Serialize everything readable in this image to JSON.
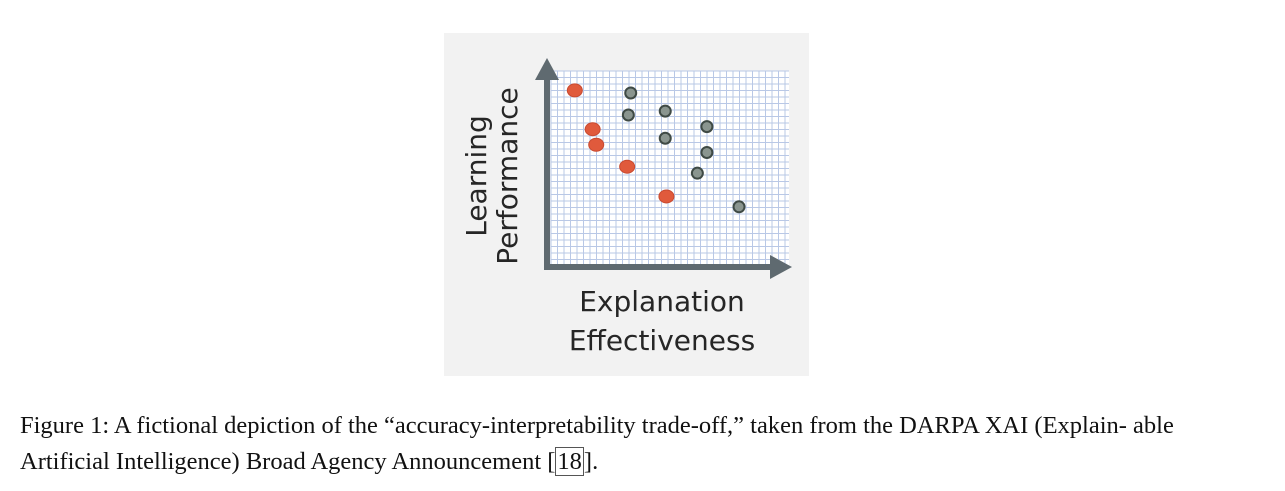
{
  "chart_data": {
    "type": "scatter",
    "xlabel": [
      "Explanation",
      "Effectiveness"
    ],
    "ylabel": [
      "Learning",
      "Performance"
    ],
    "grid": true,
    "xlim": [
      0,
      20
    ],
    "ylim": [
      0,
      15
    ],
    "series": [
      {
        "color": "#e05a3c",
        "points": [
          {
            "x": 2.0,
            "y": 13.5
          },
          {
            "x": 3.5,
            "y": 10.5
          },
          {
            "x": 3.8,
            "y": 9.3
          },
          {
            "x": 6.4,
            "y": 7.6
          },
          {
            "x": 9.7,
            "y": 5.3
          }
        ]
      },
      {
        "color": "#8a958f",
        "points": [
          {
            "x": 6.7,
            "y": 13.3
          },
          {
            "x": 6.5,
            "y": 11.6
          },
          {
            "x": 9.6,
            "y": 11.9
          },
          {
            "x": 9.6,
            "y": 9.8
          },
          {
            "x": 13.1,
            "y": 10.7
          },
          {
            "x": 13.1,
            "y": 8.7
          },
          {
            "x": 12.3,
            "y": 7.1
          },
          {
            "x": 15.8,
            "y": 4.5
          }
        ]
      }
    ]
  },
  "caption": {
    "text_before": "Figure 1: A fictional depiction of the “accuracy-interpretability trade-off,” taken from the DARPA XAI (Explain- able Artificial Intelligence) Broad Agency Announcement [",
    "citation": "18",
    "text_after": "]."
  }
}
